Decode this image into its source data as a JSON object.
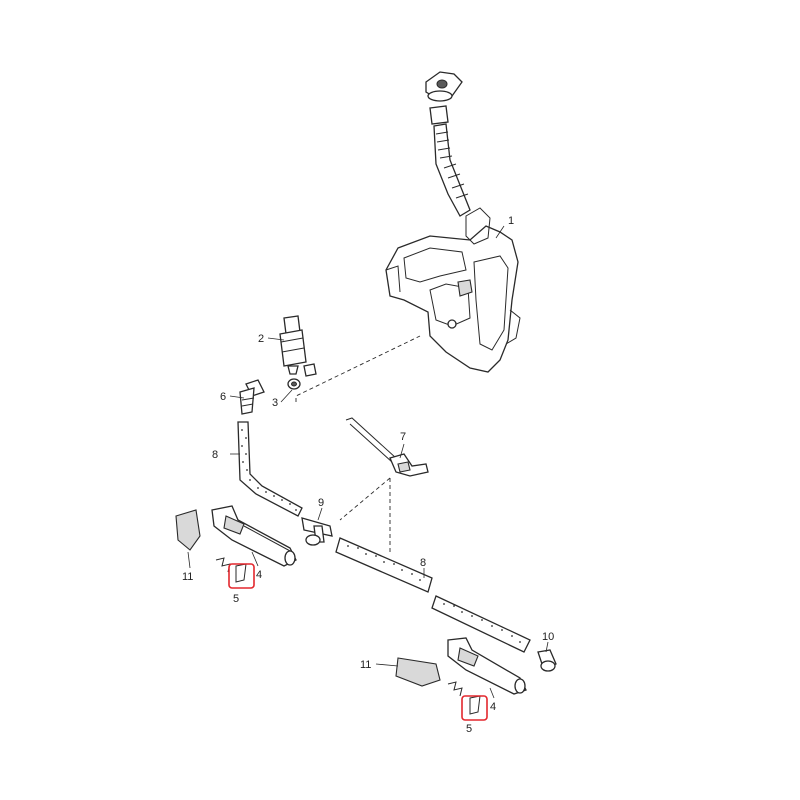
{
  "diagram": {
    "labels": {
      "tank": "1",
      "pump": "2",
      "grommet": "3",
      "nozzle_left": "4",
      "nozzle_right": "4",
      "spring_left": "5",
      "spring_right": "5",
      "elbow_top": "6",
      "clip": "7",
      "hose_top": "8",
      "hose_bottom": "8",
      "t_piece": "9",
      "connector_right": "10",
      "cap_left": "11",
      "cap_right": "11"
    },
    "highlight_color": "#e3272d"
  }
}
